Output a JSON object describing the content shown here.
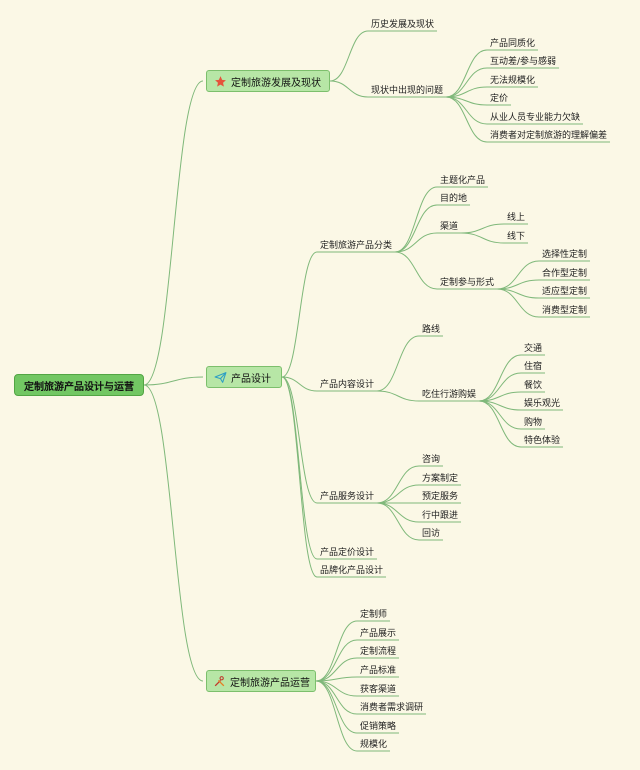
{
  "colors": {
    "background": "#fbf8e6",
    "edge": "#7fb87a",
    "box_fill": "#b7e6a6",
    "root_fill": "#72c763"
  },
  "root": {
    "label": "定制旅游产品设计与运营"
  },
  "branches": [
    {
      "label": "定制旅游发展及现状",
      "icon": "star-icon",
      "children": [
        {
          "label": "历史发展及现状"
        },
        {
          "label": "现状中出现的问题",
          "children": [
            {
              "label": "产品同质化"
            },
            {
              "label": "互动差/参与感弱"
            },
            {
              "label": "无法规模化"
            },
            {
              "label": "定价"
            },
            {
              "label": "从业人员专业能力欠缺"
            },
            {
              "label": "消费者对定制旅游的理解偏差"
            }
          ]
        }
      ]
    },
    {
      "label": "产品设计",
      "icon": "paper-plane-icon",
      "children": [
        {
          "label": "定制旅游产品分类",
          "children": [
            {
              "label": "主题化产品"
            },
            {
              "label": "目的地"
            },
            {
              "label": "渠道",
              "children": [
                {
                  "label": "线上"
                },
                {
                  "label": "线下"
                }
              ]
            },
            {
              "label": "定制参与形式",
              "children": [
                {
                  "label": "选择性定制"
                },
                {
                  "label": "合作型定制"
                },
                {
                  "label": "适应型定制"
                },
                {
                  "label": "消费型定制"
                }
              ]
            }
          ]
        },
        {
          "label": "产品内容设计",
          "children": [
            {
              "label": "路线"
            },
            {
              "label": "吃住行游购娱",
              "children": [
                {
                  "label": "交通"
                },
                {
                  "label": "住宿"
                },
                {
                  "label": "餐饮"
                },
                {
                  "label": "娱乐观光"
                },
                {
                  "label": "购物"
                },
                {
                  "label": "特色体验"
                }
              ]
            }
          ]
        },
        {
          "label": "产品服务设计",
          "children": [
            {
              "label": "咨询"
            },
            {
              "label": "方案制定"
            },
            {
              "label": "预定服务"
            },
            {
              "label": "行中跟进"
            },
            {
              "label": "回访"
            }
          ]
        },
        {
          "label": "产品定价设计"
        },
        {
          "label": "品牌化产品设计"
        }
      ]
    },
    {
      "label": "定制旅游产品运营",
      "icon": "tools-icon",
      "children": [
        {
          "label": "定制师"
        },
        {
          "label": "产品展示"
        },
        {
          "label": "定制流程"
        },
        {
          "label": "产品标准"
        },
        {
          "label": "获客渠道"
        },
        {
          "label": "消费者需求调研"
        },
        {
          "label": "促销策略"
        },
        {
          "label": "规模化"
        }
      ]
    }
  ]
}
